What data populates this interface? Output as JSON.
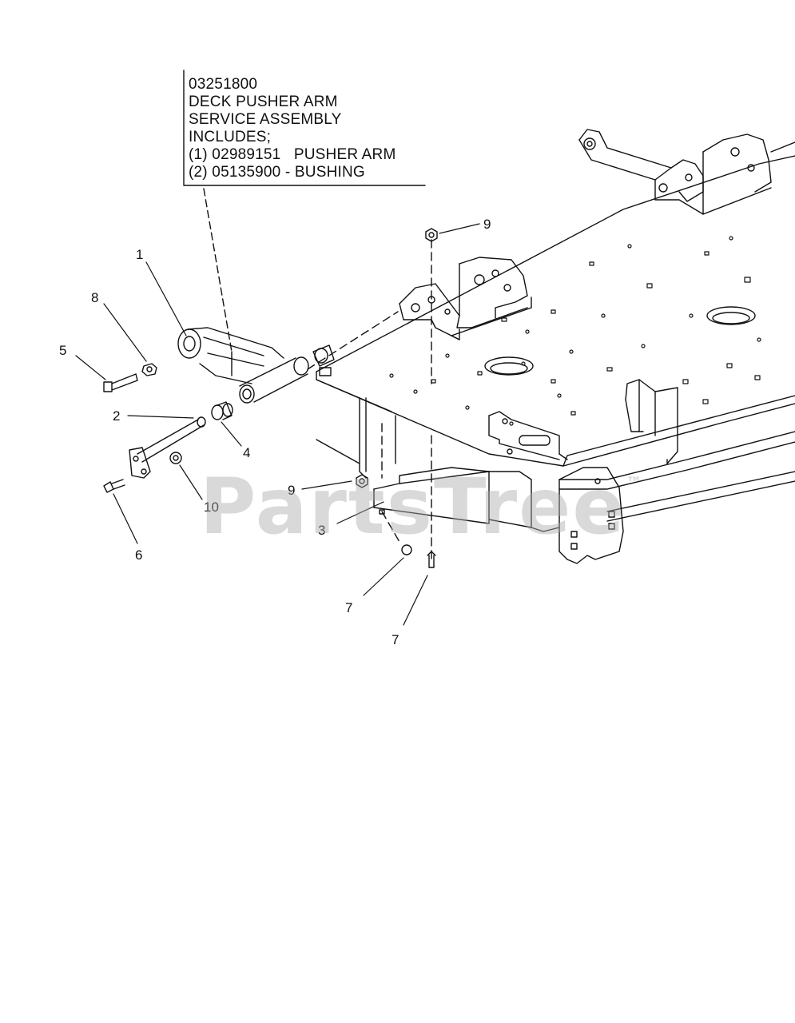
{
  "service_note": {
    "lines": [
      "03251800",
      "DECK PUSHER ARM",
      "SERVICE ASSEMBLY",
      "INCLUDES;",
      "(1) 02989151   PUSHER ARM",
      "(2) 05135900 - BUSHING"
    ]
  },
  "callouts": {
    "c1": "1",
    "c2": "2",
    "c3": "3",
    "c4": "4",
    "c5": "5",
    "c6": "6",
    "c7a": "7",
    "c7b": "7",
    "c8": "8",
    "c9a": "9",
    "c9b": "9",
    "c10": "10"
  },
  "watermark": {
    "text": "PartsTree",
    "tm": "™"
  }
}
